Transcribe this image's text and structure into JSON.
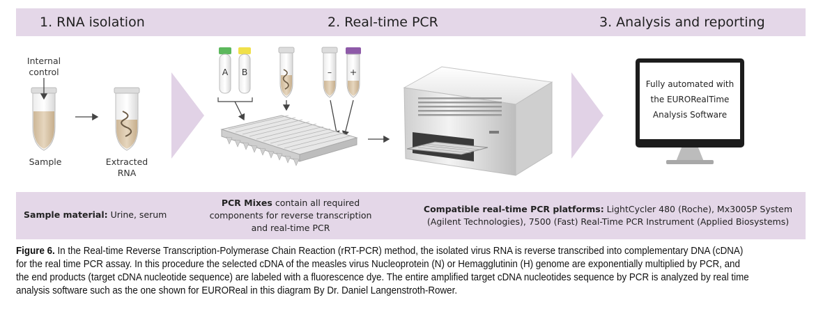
{
  "steps": {
    "step1": "1. RNA isolation",
    "step2": "2. Real-time PCR",
    "step3": "3. Analysis and reporting"
  },
  "step1_labels": {
    "internal_control": "Internal control",
    "sample": "Sample",
    "extracted_rna": "Extracted RNA"
  },
  "step2_labels": {
    "tube_a": "A",
    "tube_b": "B",
    "tube_minus": "–",
    "tube_plus": "+"
  },
  "step3_labels": {
    "monitor_text": "Fully automated with the EURORealTime Analysis Software"
  },
  "footer": {
    "sample_material_label": "Sample material:",
    "sample_material_value": "Urine, serum",
    "pcr_mixes_label": "PCR Mixes",
    "pcr_mixes_value": "contain all required components for reverse transcription and real-time PCR",
    "platforms_label": "Compatible real-time PCR platforms:",
    "platforms_value": "LightCycler 480 (Roche), Mx3005P System (Agilent Technologies), 7500 (Fast) Real-Time PCR Instrument (Applied Biosystems)"
  },
  "caption": {
    "label": "Figure 6.",
    "text": "In the Real-time Reverse Transcription-Polymerase Chain Reaction (rRT-PCR) method, the isolated virus RNA is reverse transcribed into complementary DNA (cDNA) for the real time PCR assay. In this procedure the selected cDNA of the measles virus Nucleoprotein (N) or Hemagglutinin (H) genome are exponentially multiplied by PCR, and the end products (target cDNA nucleotide sequence) are labeled with a fluorescence dye. The entire amplified target cDNA nucleotides sequence by PCR is analyzed by real time analysis software such as the one shown for EUROReal in this diagram By Dr. Daniel Langenstroth-Rower."
  },
  "colors": {
    "band": "#e4d7e8",
    "chevron": "#e1d2e6",
    "tube_liquid": "#d9c7ad",
    "cap_green": "#5cb85c",
    "cap_yellow": "#f0e04a",
    "cap_purple": "#8e5aa8"
  }
}
